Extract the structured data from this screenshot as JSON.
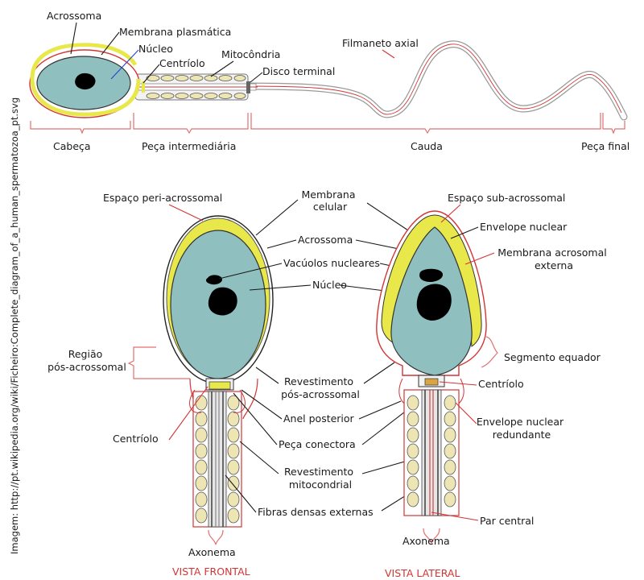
{
  "credit": "Imagem: http://pt.wikipedia.org/wiki/Ficheiro:Complete_diagram_of_a_human_spermatozoa_pt.svg",
  "colors": {
    "cytoplasm": "#8fbfbf",
    "acrosome": "#e8e84a",
    "membrane_red": "#d23535",
    "nucleus": "#000000",
    "mitochondria": "#ede6b4"
  },
  "top_view": {
    "labels": {
      "acrossoma": "Acrossoma",
      "membrana_plasmatica": "Membrana plasmática",
      "nucleo": "Núcleo",
      "centriolo": "Centríolo",
      "mitocondria": "Mitocôndria",
      "disco_terminal": "Disco terminal",
      "filamento_axial": "Filmaneto axial"
    },
    "sections": {
      "cabeca": "Cabeça",
      "peca_intermediaria": "Peça intermediária",
      "cauda": "Cauda",
      "peca_final": "Peça final"
    }
  },
  "detail_views": {
    "membrana_celular": "Membrana\ncelular",
    "espaco_peri_acrossomal": "Espaço peri-acrossomal",
    "acrossoma": "Acrossoma",
    "vacuolos_nucleares": "Vacúolos nucleares",
    "nucleo": "Núcleo",
    "regiao_pos_acrossomal": "Região\npós-acrossomal",
    "revestimento_pos_acrossomal": "Revestimento\npós-acrossomal",
    "anel_posterior": "Anel posterior",
    "centriolo_left": "Centríolo",
    "peca_conectora": "Peça conectora",
    "revestimento_mitocondrial": "Revestimento\nmitocondrial",
    "fibras_densas_externas": "Fibras densas externas",
    "axonema_left": "Axonema",
    "vista_frontal": "VISTA FRONTAL",
    "espaco_sub_acrossomal": "Espaço sub-acrossomal",
    "envelope_nuclear": "Envelope nuclear",
    "membrana_acrosomal_externa": "Membrana acrosomal\nexterna",
    "segmento_equador": "Segmento equador",
    "centriolo_right": "Centríolo",
    "envelope_nuclear_redundante": "Envelope nuclear\nredundante",
    "par_central": "Par central",
    "axonema_right": "Axonema",
    "vista_lateral": "VISTA LATERAL"
  }
}
